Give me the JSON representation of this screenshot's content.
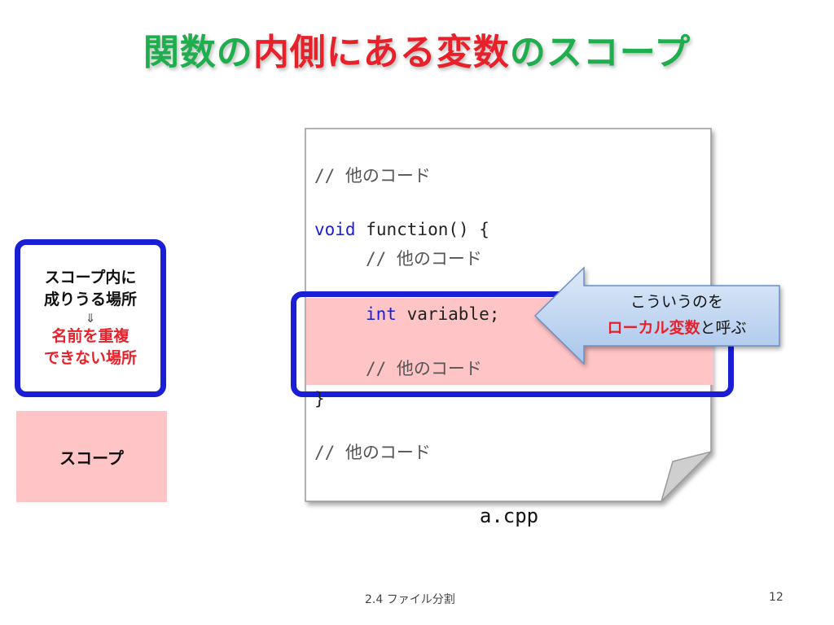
{
  "title": {
    "part1": "関数の",
    "part2": "内側にある変数",
    "part3": "のスコープ"
  },
  "legend": {
    "line1": "スコープ内に",
    "line2": "成りうる場所",
    "arrow": "⇓",
    "line3": "名前を重複",
    "line4": "できない場所"
  },
  "scope_label": "スコープ",
  "code": {
    "comment": "// 他のコード",
    "void_kw": "void",
    "func_sig": " function() {",
    "int_kw": "int",
    "var_decl": " variable;",
    "close_brace": "}"
  },
  "callout": {
    "line1": "こういうのを",
    "highlight": "ローカル変数",
    "suffix": "と呼ぶ"
  },
  "filename": "a.cpp",
  "footer": {
    "section": "2.4 ファイル分割",
    "page": "12"
  },
  "colors": {
    "title_green": "#1fae4e",
    "title_red": "#e8202a",
    "scope_blue": "#1a1fd6",
    "scope_pink": "#ffc4c5",
    "callout_blue": "#bcd4f2"
  }
}
